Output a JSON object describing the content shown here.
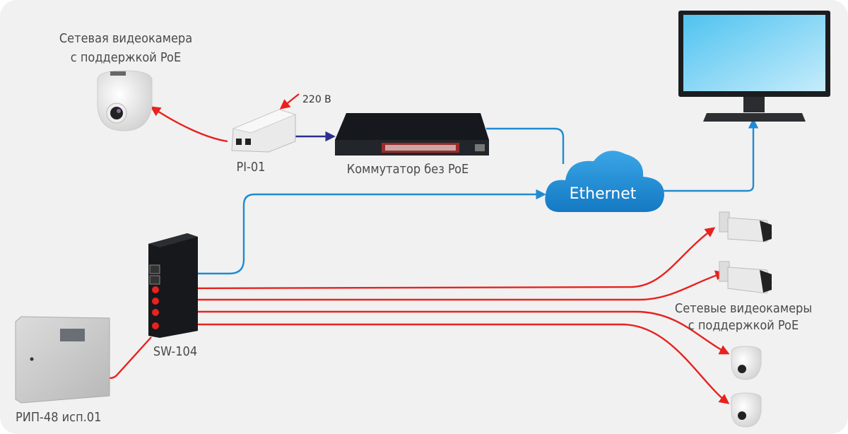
{
  "labels": {
    "dome_camera_line1": "Сетевая видеокамера",
    "dome_camera_line2": "с поддержкой PoE",
    "voltage": "220 В",
    "injector": "PI-01",
    "switch_no_poe": "Коммутатор без PoE",
    "cloud": "Ethernet",
    "poe_switch": "SW-104",
    "power_supply": "РИП-48 исп.01",
    "cameras_line1": "Сетевые видеокамеры",
    "cameras_line2": "с поддержкой PoE"
  },
  "colors": {
    "background": "#f1f1f1",
    "poe_line": "#e8221f",
    "ethernet_line": "#1f8bd2",
    "link_line": "#2b2f8f",
    "cloud": "#1f8fd8"
  }
}
